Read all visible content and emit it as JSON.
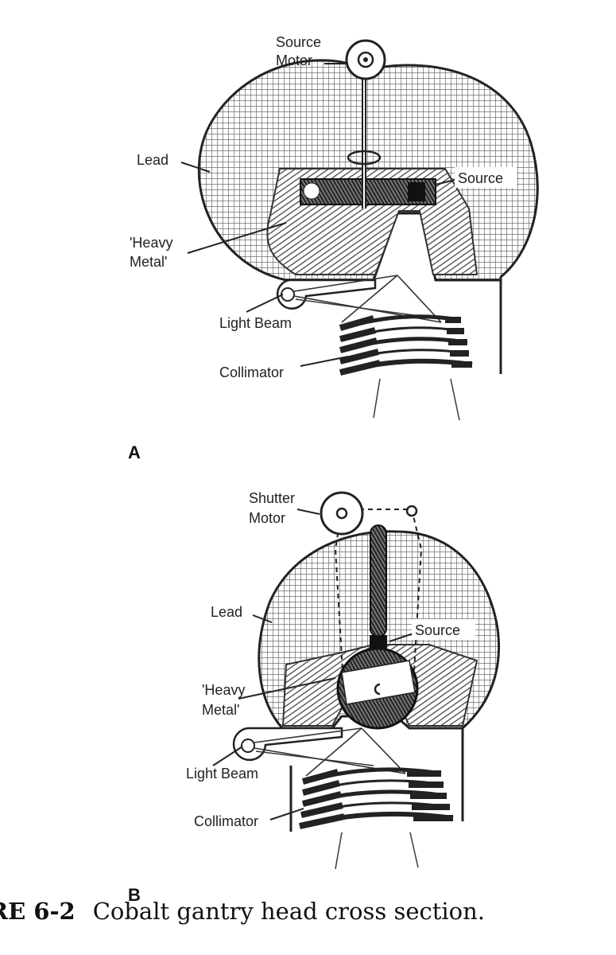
{
  "figure": {
    "panel_a": {
      "letter": "A",
      "labels": {
        "source_motor_line1": "Source",
        "source_motor_line2": "Motor",
        "lead": "Lead",
        "source": "Source",
        "heavy_metal_line1": "'Heavy",
        "heavy_metal_line2": "Metal'",
        "light_beam": "Light Beam",
        "collimator": "Collimator"
      }
    },
    "panel_b": {
      "letter": "B",
      "labels": {
        "shutter_motor_line1": "Shutter",
        "shutter_motor_line2": "Motor",
        "lead": "Lead",
        "source": "Source",
        "heavy_metal_line1": "'Heavy",
        "heavy_metal_line2": "Metal'",
        "light_beam": "Light Beam",
        "collimator": "Collimator"
      }
    },
    "caption": {
      "number": "RE 6-2",
      "text": "Cobalt gantry head cross section."
    }
  }
}
